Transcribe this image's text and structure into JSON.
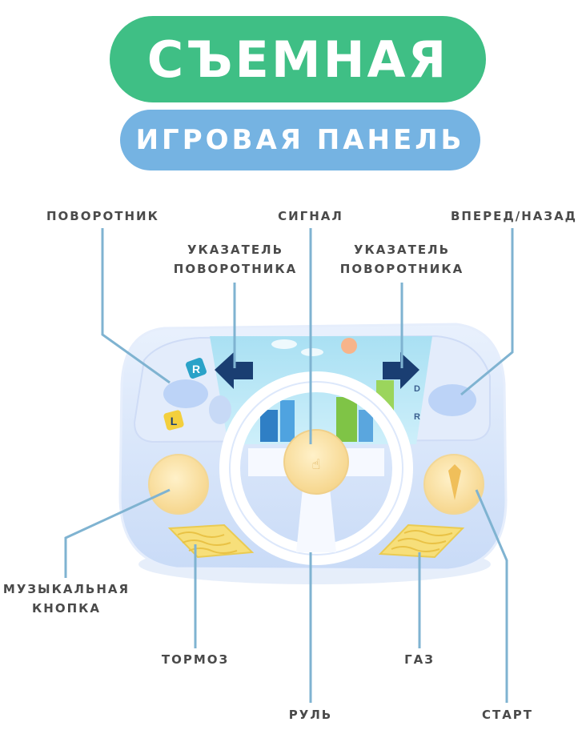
{
  "header": {
    "title": "СЪЕМНАЯ",
    "subtitle": "ИГРОВАЯ ПАНЕЛЬ"
  },
  "labels": {
    "turn_lever": "ПОВОРОТНИК",
    "horn": "СИГНАЛ",
    "forward_back": "ВПЕРЕД/НАЗАД",
    "indicator_left": "УКАЗАТЕЛЬ\nПОВОРОТНИКА",
    "indicator_right": "УКАЗАТЕЛЬ\nПОВОРОТНИКА",
    "music_button": "МУЗЫКАЛЬНАЯ\nКНОПКА",
    "brake": "ТОРМОЗ",
    "gas": "ГАЗ",
    "wheel": "РУЛЬ",
    "start": "СТАРТ"
  },
  "panel": {
    "gear_left": "R",
    "gear_left_low": "L",
    "gear_right_top": "D",
    "gear_right_bottom": "R"
  },
  "colors": {
    "banner_main": "#3fbf85",
    "banner_sub": "#75b3e2",
    "panel": "#d9e6fb",
    "leader_line": "#7fb3d1",
    "button_yellow": "#fde2a3",
    "pedal_yellow": "#f7df7a"
  }
}
